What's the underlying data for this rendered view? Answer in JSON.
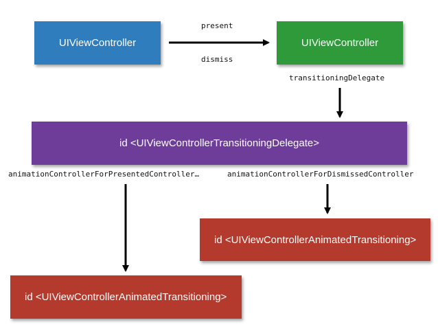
{
  "colors": {
    "presenting_box": "#2f7dbd",
    "presented_box": "#2e9a3a",
    "delegate_box": "#6e3c99",
    "animator_box": "#b33a2c",
    "arrow": "#000000",
    "text_on_box": "#ffffff",
    "label_text": "#111111"
  },
  "nodes": {
    "presenting_vc": {
      "label": "UIViewController"
    },
    "presented_vc": {
      "label": "UIViewController"
    },
    "transitioning_delegate": {
      "label": "id <UIViewControllerTransitioningDelegate>"
    },
    "dismiss_animator": {
      "label": "id <UIViewControllerAnimatedTransitioning>"
    },
    "present_animator": {
      "label": "id <UIViewControllerAnimatedTransitioning>"
    }
  },
  "edges": {
    "present": {
      "label": "present",
      "from": "presenting_vc",
      "to": "presented_vc"
    },
    "dismiss": {
      "label": "dismiss",
      "from": "presenting_vc",
      "to": "presented_vc"
    },
    "transitioning_delegate": {
      "label": "transitioningDelegate",
      "from": "presented_vc",
      "to": "transitioning_delegate"
    },
    "presented_controller": {
      "label": "animationControllerForPresentedController…",
      "from": "transitioning_delegate",
      "to": "present_animator"
    },
    "dismissed_controller": {
      "label": "animationControllerForDismissedController",
      "from": "transitioning_delegate",
      "to": "dismiss_animator"
    }
  }
}
